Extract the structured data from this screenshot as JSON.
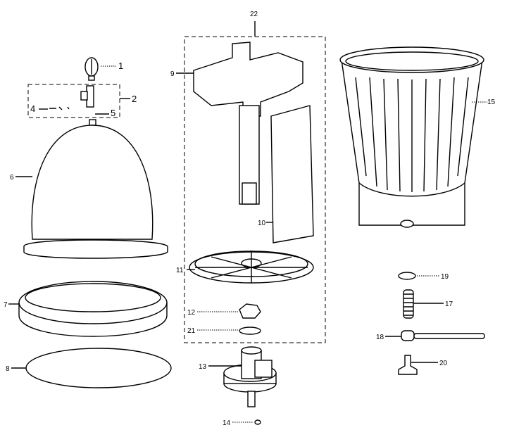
{
  "callouts": {
    "p1": "1",
    "p2": "2",
    "p4": "4",
    "p5": "5",
    "p6": "6",
    "p7": "7",
    "p8": "8",
    "p9": "9",
    "p10": "10",
    "p11": "11",
    "p12": "12",
    "p13": "13",
    "p14": "14",
    "p15": "15",
    "p17": "17",
    "p18": "18",
    "p19": "19",
    "p20": "20",
    "p21": "21",
    "p22": "22"
  }
}
